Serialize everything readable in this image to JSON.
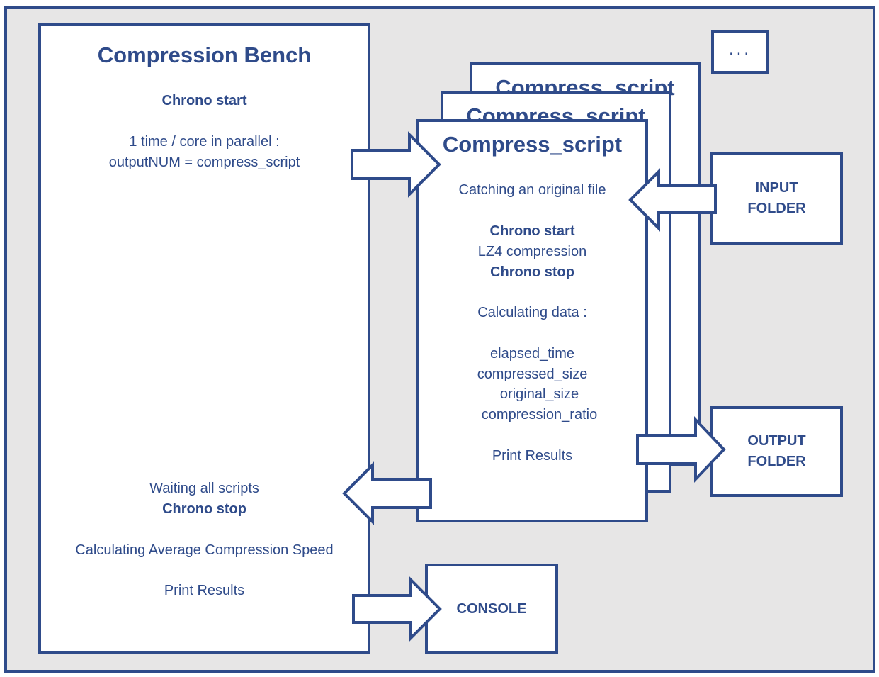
{
  "bench": {
    "title": "Compression Bench",
    "chrono_start": "Chrono start",
    "parallel_line1": "1 time / core in parallel :",
    "parallel_line2": "outputNUM = compress_script",
    "waiting": "Waiting all scripts",
    "chrono_stop": "Chrono stop",
    "calc_avg": "Calculating Average Compression Speed",
    "print_results": "Print Results"
  },
  "script": {
    "title": "Compress_script",
    "catching": "Catching an original file",
    "chrono_start": "Chrono start",
    "lz4": "LZ4 compression",
    "chrono_stop": "Chrono stop",
    "calc_data": "Calculating data :",
    "elapsed_time": "elapsed_time",
    "compressed_size": "compressed_size",
    "original_size": "original_size",
    "compression_ratio": "compression_ratio",
    "print_results": "Print Results"
  },
  "ellipsis": "...",
  "input_folder": {
    "line1": "INPUT",
    "line2": "FOLDER"
  },
  "output_folder": {
    "line1": "OUTPUT",
    "line2": "FOLDER"
  },
  "console": "CONSOLE",
  "colors": {
    "stroke": "#2F4B8A",
    "background": "#E7E6E6",
    "box_fill": "#FFFFFF"
  }
}
